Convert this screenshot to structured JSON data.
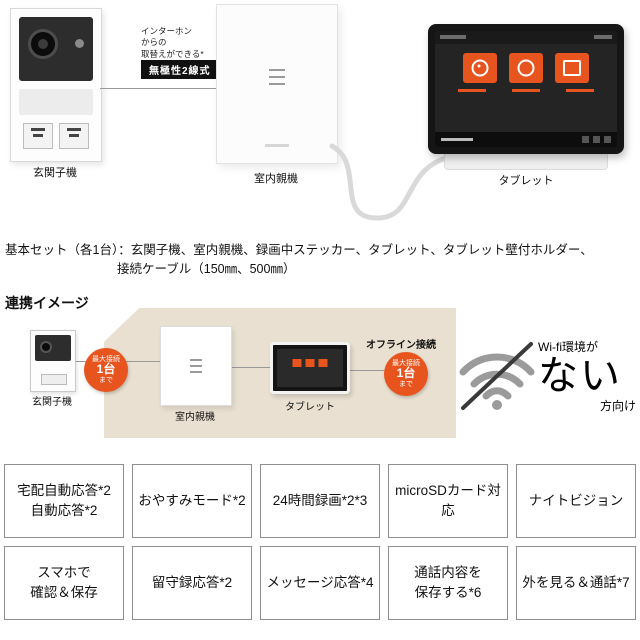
{
  "colors": {
    "accent_orange": "#e8541e",
    "diagram_beige": "#e9e0d1",
    "badge_black": "#111111"
  },
  "top": {
    "door_unit_label": "玄関子機",
    "main_unit_label": "室内親機",
    "tablet_label": "タブレット",
    "replace_note": "インターホン\nからの\n取替えができる*",
    "wiring_badge": "無極性2線式"
  },
  "basic_set": {
    "line1": "基本セット（各1台）：玄関子機、室内親機、録画中ステッカー、タブレット、タブレット壁付ホルダー、",
    "line2": "接続ケーブル（150㎜、500㎜）"
  },
  "linkage": {
    "title": "連携イメージ",
    "door_unit_label": "玄関子機",
    "main_unit_label": "室内親機",
    "tablet_label": "タブレット",
    "offline_label": "オフライン接続",
    "badge_top": "最大接続",
    "badge_mid": "1台",
    "badge_bottom": "まで",
    "wifi_line1": "Wi-fi環境が",
    "wifi_line2": "ない",
    "wifi_line3": "方向け"
  },
  "features": {
    "items": [
      "宅配自動応答*2\n自動応答*2",
      "おやすみモード*2",
      "24時間録画*2*3",
      "microSDカード対応",
      "ナイトビジョン",
      "スマホで\n確認＆保存",
      "留守録応答*2",
      "メッセージ応答*4",
      "通話内容を\n保存する*6",
      "外を見る＆通話*7"
    ]
  }
}
